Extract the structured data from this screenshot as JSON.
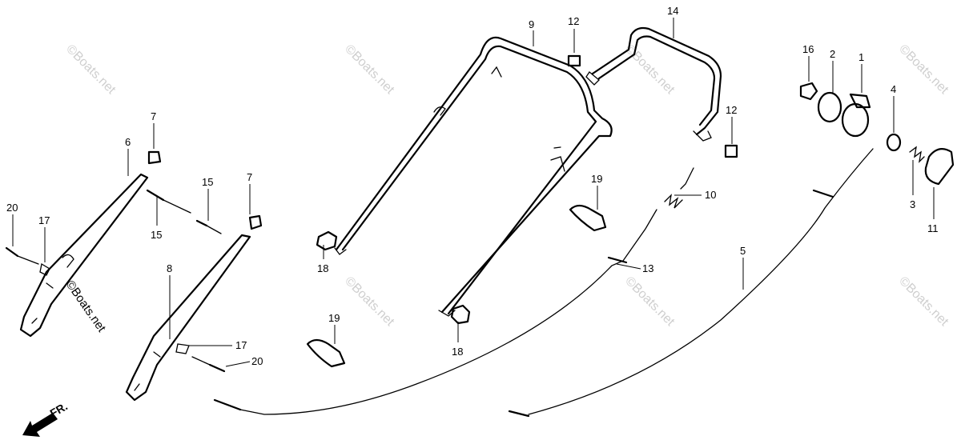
{
  "diagram": {
    "watermark": "©Boats.net",
    "direction_label": "FR.",
    "callouts": [
      "9",
      "12",
      "14",
      "16",
      "2",
      "1",
      "4",
      "7",
      "6",
      "15",
      "7",
      "12",
      "3",
      "11",
      "20",
      "17",
      "15",
      "19",
      "10",
      "18",
      "8",
      "13",
      "5",
      "19",
      "17",
      "20",
      "18"
    ]
  }
}
